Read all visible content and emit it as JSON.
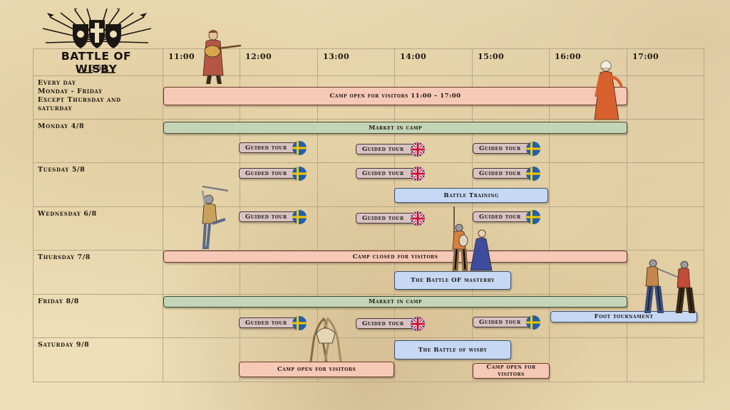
{
  "logo": {
    "title": "BATTLE OF WISBY",
    "year": "1361"
  },
  "hours": [
    "11:00",
    "12:00",
    "13:00",
    "14:00",
    "15:00",
    "16:00",
    "17:00"
  ],
  "days": {
    "everyday": [
      "Every day",
      "Monday - Friday",
      "Except Thursday and",
      "saturday"
    ],
    "mon": "Monday 4/8",
    "tue": "Tuesday 5/8",
    "wed": "Wednesday 6/8",
    "thu": "Thursday 7/8",
    "fri": "Friday 8/8",
    "sat": "Saturday 9/8"
  },
  "events": {
    "camp_open_daily": "Camp open for visitors 11:00 – 17:00",
    "market_mon": "Market in camp",
    "guided_tour": "Guided tour",
    "battle_training": "Battle Training",
    "camp_closed_thu": "Camp closed for visitors",
    "battle_masterby": "The Battle OF masterby",
    "market_fri": "Market in camp",
    "foot_tournament": "Foot tournament",
    "battle_wisby": "The Battle of wisby",
    "camp_open_sat": "Camp open for visitors",
    "camp_open_sat2": "Camp open for visitors"
  },
  "colors": {
    "pink": "#f6c8b6",
    "green": "#c4d4b6",
    "blue": "#c7d8f4",
    "tour": "#d9c3c2",
    "swedish_blue": "#1f5fb0",
    "swedish_yellow": "#f7c800",
    "uk_blue": "#1c2f7a",
    "uk_red": "#c8102e"
  }
}
